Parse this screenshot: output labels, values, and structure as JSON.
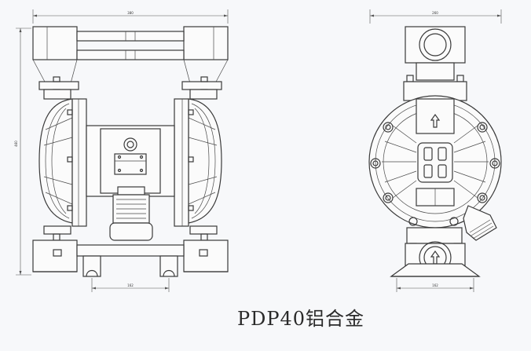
{
  "caption": "PDP40铝合金",
  "front_view": {
    "dim_width": "380",
    "dim_height": "460",
    "dim_base": "162"
  },
  "side_view": {
    "dim_width": "260",
    "dim_base": "162"
  }
}
